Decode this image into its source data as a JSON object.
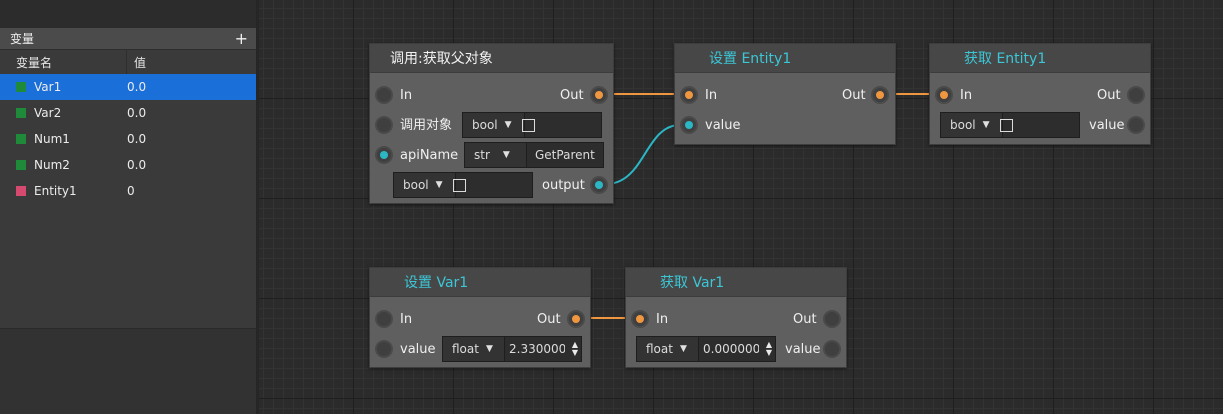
{
  "variables_panel": {
    "title": "变量",
    "add_label": "+",
    "col_name": "变量名",
    "col_value": "值",
    "rows": [
      {
        "name": "Var1",
        "value": "0.0",
        "color": "#1f8a3a",
        "selected": true
      },
      {
        "name": "Var2",
        "value": "0.0",
        "color": "#1f8a3a"
      },
      {
        "name": "Num1",
        "value": "0.0",
        "color": "#1f8a3a"
      },
      {
        "name": "Num2",
        "value": "0.0",
        "color": "#1f8a3a"
      },
      {
        "name": "Entity1",
        "value": "0",
        "color": "#d54a6e"
      }
    ]
  },
  "nodes": {
    "call_get_parent": {
      "title": "调用:获取父对象",
      "in_label": "In",
      "out_label": "Out",
      "target_label": "调用对象",
      "target_type": "bool",
      "api_label": "apiName",
      "api_type": "str",
      "api_value": "GetParent",
      "output_type": "bool",
      "output_label": "output"
    },
    "set_entity1": {
      "title": "设置 Entity1",
      "in_label": "In",
      "out_label": "Out",
      "value_label": "value"
    },
    "get_entity1": {
      "title": "获取 Entity1",
      "in_label": "In",
      "out_label": "Out",
      "value_type": "bool",
      "value_label": "value"
    },
    "set_var1": {
      "title": "设置 Var1",
      "in_label": "In",
      "out_label": "Out",
      "value_label": "value",
      "value_type": "float",
      "value_number": "2.330000"
    },
    "get_var1": {
      "title": "获取 Var1",
      "in_label": "In",
      "out_label": "Out",
      "value_type": "float",
      "value_number": "0.000000",
      "value_label": "value"
    }
  },
  "colors": {
    "exec_wire": "#ef9640",
    "data_wire": "#2bb6c5",
    "title_teal": "#3cc6d6",
    "selection": "#1b6fd8"
  }
}
